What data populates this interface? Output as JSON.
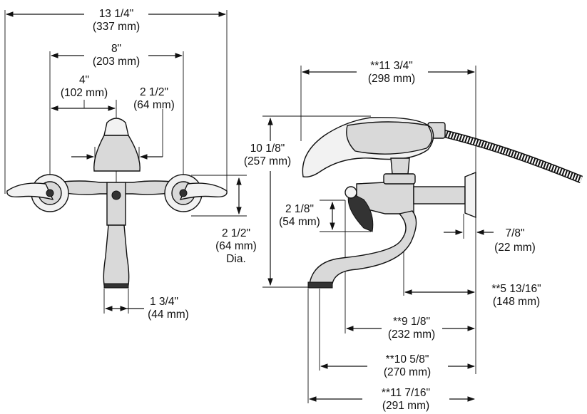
{
  "dimensions": {
    "front": {
      "overall_width": {
        "in": "13 1/4\"",
        "mm": "(337 mm)"
      },
      "center_8": {
        "in": "8\"",
        "mm": "(203 mm)"
      },
      "center_4": {
        "in": "4\"",
        "mm": "(102 mm)"
      },
      "spout_2_1_2": {
        "in": "2 1/2\"",
        "mm": "(64 mm)"
      },
      "handle_dia": {
        "in": "2 1/2\"",
        "mm": "(64 mm)",
        "note": "Dia."
      },
      "outlet_1_3_4": {
        "in": "1 3/4\"",
        "mm": "(44 mm)"
      }
    },
    "side": {
      "reach_11_3_4": {
        "in": "**11 3/4\"",
        "mm": "(298 mm)"
      },
      "height_10_1_8": {
        "in": "10 1/8\"",
        "mm": "(257 mm)"
      },
      "handle_2_1_8": {
        "in": "2 1/8\"",
        "mm": "(54 mm)"
      },
      "flange_7_8": {
        "in": "7/8\"",
        "mm": "(22 mm)"
      },
      "spout_5_13_16": {
        "in": "**5 13/16\"",
        "mm": "(148 mm)"
      },
      "reach_9_1_8": {
        "in": "**9 1/8\"",
        "mm": "(232 mm)"
      },
      "reach_10_5_8": {
        "in": "**10 5/8\"",
        "mm": "(270 mm)"
      },
      "reach_11_7_16": {
        "in": "**11 7/16\"",
        "mm": "(291 mm)"
      }
    }
  }
}
